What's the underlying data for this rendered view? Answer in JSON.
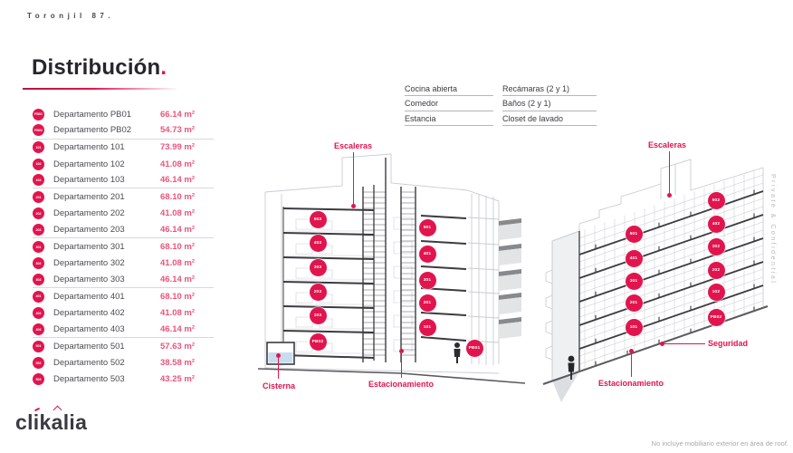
{
  "header": {
    "project": "Toronjil 87.",
    "title": "Distribución",
    "title_dot": "."
  },
  "apartments": [
    {
      "id": "PB01",
      "label": "Departamento PB01",
      "area": "66.14 m²",
      "sep": false
    },
    {
      "id": "PB02",
      "label": "Departamento PB02",
      "area": "54.73 m²",
      "sep": true
    },
    {
      "id": "101",
      "label": "Departamento 101",
      "area": "73.99 m²",
      "sep": false
    },
    {
      "id": "102",
      "label": "Departamento 102",
      "area": "41.08 m²",
      "sep": false
    },
    {
      "id": "103",
      "label": "Departamento 103",
      "area": "46.14 m²",
      "sep": true
    },
    {
      "id": "201",
      "label": "Departamento 201",
      "area": "68.10 m²",
      "sep": false
    },
    {
      "id": "202",
      "label": "Departamento 202",
      "area": "41.08 m²",
      "sep": false
    },
    {
      "id": "203",
      "label": "Departamento 203",
      "area": "46.14 m²",
      "sep": true
    },
    {
      "id": "301",
      "label": "Departamento 301",
      "area": "68.10 m²",
      "sep": false
    },
    {
      "id": "302",
      "label": "Departamento 302",
      "area": "41.08 m²",
      "sep": false
    },
    {
      "id": "303",
      "label": "Departamento 303",
      "area": "46.14 m²",
      "sep": true
    },
    {
      "id": "401",
      "label": "Departamento 401",
      "area": "68.10 m²",
      "sep": false
    },
    {
      "id": "402",
      "label": "Departamento 402",
      "area": "41.08 m²",
      "sep": false
    },
    {
      "id": "403",
      "label": "Departamento 403",
      "area": "46.14 m²",
      "sep": true
    },
    {
      "id": "501",
      "label": "Departamento 501",
      "area": "57.63 m²",
      "sep": false
    },
    {
      "id": "502",
      "label": "Departamento 502",
      "area": "38.58 m²",
      "sep": false
    },
    {
      "id": "503",
      "label": "Departamento 503",
      "area": "43.25 m²",
      "sep": false
    }
  ],
  "legend": {
    "col1": [
      "Cocina abierta",
      "Comedor",
      "Estancia"
    ],
    "col2": [
      "Recámaras (2 y 1)",
      "Baños (2 y 1)",
      "Closet de lavado"
    ]
  },
  "section_view": {
    "label_escaleras": "Escaleras",
    "label_cisterna": "Cisterna",
    "label_estacionamiento": "Estacionamiento",
    "badges_left": [
      "503",
      "403",
      "303",
      "203",
      "103",
      "PB02"
    ],
    "badges_right": [
      "501",
      "401",
      "301",
      "201",
      "101"
    ],
    "badge_ground": "PB01"
  },
  "iso_view": {
    "label_escaleras": "Escaleras",
    "label_seguridad": "Seguridad",
    "label_estacionamiento": "Estacionamiento",
    "badges_left": [
      "501",
      "401",
      "301",
      "201",
      "101"
    ],
    "badges_right": [
      "502",
      "402",
      "302",
      "202",
      "102",
      "PB02"
    ]
  },
  "watermark": "Private & Confidential",
  "footer": {
    "logo_p1": "cl",
    "logo_p2": "i",
    "logo_p3": "k",
    "logo_p4": "a",
    "logo_p5": "lia",
    "note": "No incluye mobiliario exterior en área de roof."
  },
  "colors": {
    "accent": "#e2144e",
    "value_pink": "#ee537a",
    "dark": "#26262b"
  }
}
